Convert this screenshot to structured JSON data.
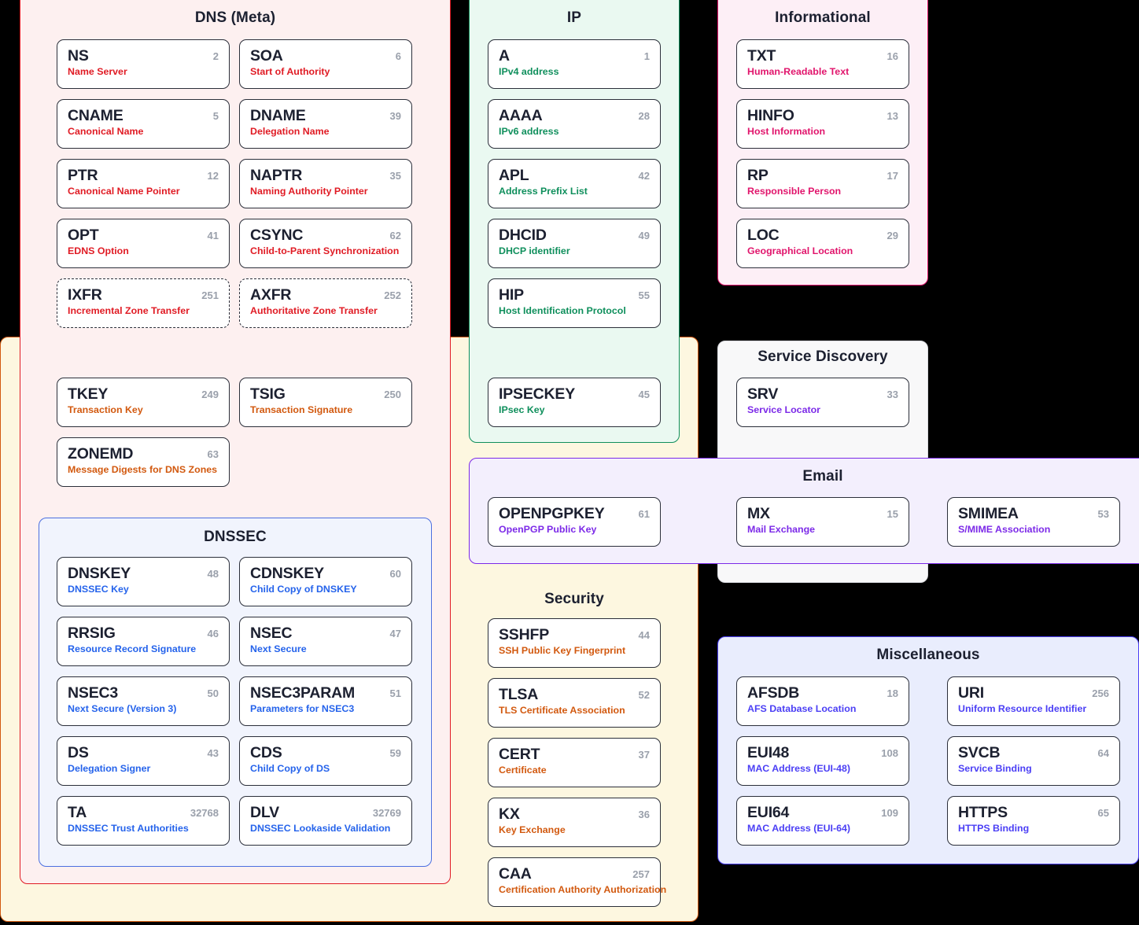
{
  "groups": [
    {
      "id": "dns-meta",
      "title": "DNS (Meta)",
      "records": [
        {
          "code": "NS",
          "num": "2",
          "desc": "Name Server"
        },
        {
          "code": "SOA",
          "num": "6",
          "desc": "Start of Authority"
        },
        {
          "code": "CNAME",
          "num": "5",
          "desc": "Canonical Name"
        },
        {
          "code": "DNAME",
          "num": "39",
          "desc": "Delegation Name"
        },
        {
          "code": "PTR",
          "num": "12",
          "desc": "Canonical Name Pointer"
        },
        {
          "code": "NAPTR",
          "num": "35",
          "desc": "Naming Authority Pointer"
        },
        {
          "code": "OPT",
          "num": "41",
          "desc": "EDNS Option"
        },
        {
          "code": "CSYNC",
          "num": "62",
          "desc": "Child-to-Parent Synchronization"
        },
        {
          "code": "IXFR",
          "num": "251",
          "desc": "Incremental Zone Transfer",
          "dashed": true
        },
        {
          "code": "AXFR",
          "num": "252",
          "desc": "Authoritative Zone Transfer",
          "dashed": true
        }
      ]
    },
    {
      "id": "meta-transaction",
      "title": "",
      "records": [
        {
          "code": "TKEY",
          "num": "249",
          "desc": "Transaction Key"
        },
        {
          "code": "TSIG",
          "num": "250",
          "desc": "Transaction Signature"
        },
        {
          "code": "ZONEMD",
          "num": "63",
          "desc": "Message Digests for DNS Zones"
        }
      ]
    },
    {
      "id": "dnssec",
      "title": "DNSSEC",
      "records": [
        {
          "code": "DNSKEY",
          "num": "48",
          "desc": "DNSSEC Key"
        },
        {
          "code": "CDNSKEY",
          "num": "60",
          "desc": "Child Copy of DNSKEY"
        },
        {
          "code": "RRSIG",
          "num": "46",
          "desc": "Resource Record Signature"
        },
        {
          "code": "NSEC",
          "num": "47",
          "desc": "Next Secure"
        },
        {
          "code": "NSEC3",
          "num": "50",
          "desc": "Next Secure (Version 3)"
        },
        {
          "code": "NSEC3PARAM",
          "num": "51",
          "desc": "Parameters for NSEC3"
        },
        {
          "code": "DS",
          "num": "43",
          "desc": "Delegation Signer"
        },
        {
          "code": "CDS",
          "num": "59",
          "desc": "Child Copy of DS"
        },
        {
          "code": "TA",
          "num": "32768",
          "desc": "DNSSEC Trust Authorities"
        },
        {
          "code": "DLV",
          "num": "32769",
          "desc": "DNSSEC Lookaside Validation"
        }
      ]
    },
    {
      "id": "ip",
      "title": "IP",
      "records": [
        {
          "code": "A",
          "num": "1",
          "desc": "IPv4 address"
        },
        {
          "code": "AAAA",
          "num": "28",
          "desc": "IPv6 address"
        },
        {
          "code": "APL",
          "num": "42",
          "desc": "Address Prefix List"
        },
        {
          "code": "DHCID",
          "num": "49",
          "desc": "DHCP identifier"
        },
        {
          "code": "HIP",
          "num": "55",
          "desc": "Host Identification Protocol"
        },
        {
          "code": "IPSECKEY",
          "num": "45",
          "desc": "IPsec Key"
        }
      ]
    },
    {
      "id": "informational",
      "title": "Informational",
      "records": [
        {
          "code": "TXT",
          "num": "16",
          "desc": "Human-Readable Text"
        },
        {
          "code": "HINFO",
          "num": "13",
          "desc": "Host Information"
        },
        {
          "code": "RP",
          "num": "17",
          "desc": "Responsible Person"
        },
        {
          "code": "LOC",
          "num": "29",
          "desc": "Geographical Location"
        }
      ]
    },
    {
      "id": "service-discovery",
      "title": "Service Discovery",
      "records": [
        {
          "code": "SRV",
          "num": "33",
          "desc": "Service Locator"
        }
      ]
    },
    {
      "id": "email",
      "title": "Email",
      "records": [
        {
          "code": "OPENPGPKEY",
          "num": "61",
          "desc": "OpenPGP Public Key"
        },
        {
          "code": "MX",
          "num": "15",
          "desc": "Mail Exchange"
        },
        {
          "code": "SMIMEA",
          "num": "53",
          "desc": "S/MIME Association"
        }
      ]
    },
    {
      "id": "security",
      "title": "Security",
      "records": [
        {
          "code": "SSHFP",
          "num": "44",
          "desc": "SSH Public Key Fingerprint"
        },
        {
          "code": "TLSA",
          "num": "52",
          "desc": "TLS Certificate Association"
        },
        {
          "code": "CERT",
          "num": "37",
          "desc": "Certificate"
        },
        {
          "code": "KX",
          "num": "36",
          "desc": "Key Exchange"
        },
        {
          "code": "CAA",
          "num": "257",
          "desc": "Certification Authority Authorization"
        }
      ]
    },
    {
      "id": "miscellaneous",
      "title": "Miscellaneous",
      "records": [
        {
          "code": "AFSDB",
          "num": "18",
          "desc": "AFS Database Location"
        },
        {
          "code": "URI",
          "num": "256",
          "desc": "Uniform Resource Identifier"
        },
        {
          "code": "EUI48",
          "num": "108",
          "desc": "MAC Address (EUI-48)"
        },
        {
          "code": "SVCB",
          "num": "64",
          "desc": "Service Binding"
        },
        {
          "code": "EUI64",
          "num": "109",
          "desc": "MAC Address (EUI-64)"
        },
        {
          "code": "HTTPS",
          "num": "65",
          "desc": "HTTPS Binding"
        }
      ]
    }
  ],
  "colors": {
    "dns_bg": "#fdf0f0",
    "dns_border": "#e01b24",
    "security_bg": "#fdf7e0",
    "security_border": "#d2590f",
    "ip_bg": "#eaf9f1",
    "ip_border": "#0f8f5c",
    "info_bg": "#fdeff6",
    "info_border": "#e1156c",
    "srv_bg": "#f8f8f9",
    "srv_border": "#d8d9de",
    "email_bg": "#f3effd",
    "email_border": "#7c2ae8",
    "dnssec_bg": "#f1f4fd",
    "dnssec_border": "#4b6fe0",
    "misc_bg": "#e9edfd",
    "misc_border": "#4b3ff5",
    "card_border": "#2b2f3a",
    "code_text": "#1c2030",
    "num_text": "#9aa0ab"
  }
}
